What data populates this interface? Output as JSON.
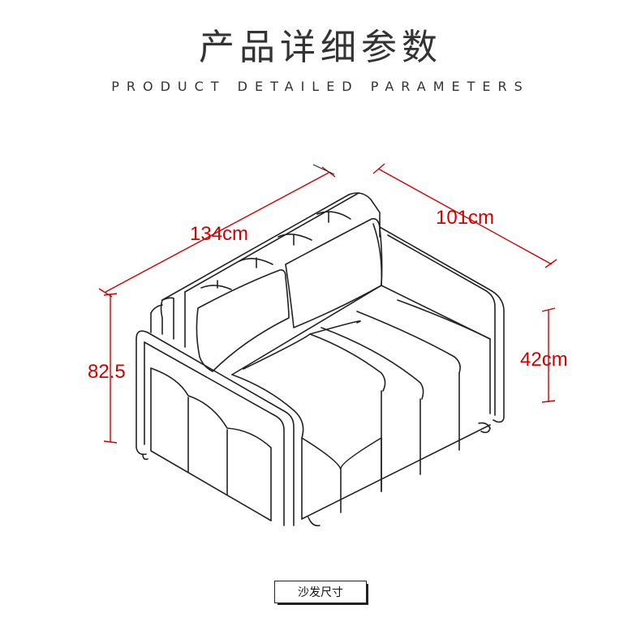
{
  "header": {
    "title": "产品详细参数",
    "subtitle": "PRODUCT DETAILED PARAMETERS"
  },
  "dimensions": {
    "width": "134cm",
    "depth": "101cm",
    "height": "82.5",
    "seat_height": "42cm"
  },
  "caption": "沙发尺寸",
  "colors": {
    "dimension": "#d40000",
    "outline": "#222222"
  }
}
